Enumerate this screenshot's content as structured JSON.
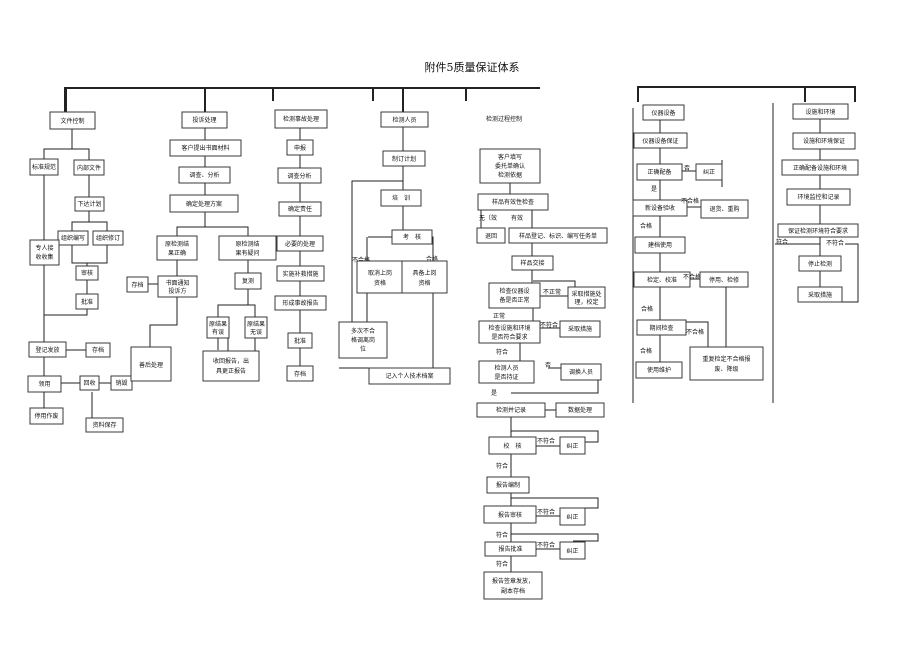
{
  "title": "附件5质量保证体系",
  "columns": {
    "doc": {
      "wenjian": "文件控制",
      "biaozhun": "标准规范",
      "neibu": "内部文件",
      "xiada": "下达计划",
      "zuzhi": "组织编写",
      "zuzhi2": "组织修订",
      "zhuanren": [
        "专人接",
        "收收集"
      ],
      "shenhe": "审核",
      "pizhun": "批准",
      "dengji": "登记发放",
      "cundang": "存档",
      "lingyong": "领用",
      "huishou": "回收",
      "xiaohui": "销毁",
      "tingyong": "停用作废",
      "ziliao": "资料保存"
    },
    "complaint": {
      "tousu": "投诉处理",
      "kehu": "客户提出书面材料",
      "diaocha": "调查、分析",
      "queding": "确定处理方案",
      "yuan1": [
        "原检测结",
        "果正确"
      ],
      "yuan2": [
        "原检测结",
        "果有疑问"
      ],
      "cundang": "存档",
      "shumian": [
        "书面通知",
        "投诉方"
      ],
      "fujian": "复测",
      "fc1": [
        "原结果",
        "有误"
      ],
      "fc2": [
        "原结果",
        "无误"
      ],
      "shanhou": "善后处理",
      "shouhui": [
        "收回报告，出",
        "具更正报告"
      ]
    },
    "accident": {
      "shigu": "检测事故处理",
      "shenbao": "申报",
      "diaocha": "调查分析",
      "queding": "确定责任",
      "biyao": "必要的处理",
      "shishi": "实施补救措施",
      "xingcheng": "形成事故报告",
      "pizhun": "批准",
      "cundang": "存档"
    },
    "staff": {
      "renyuan": "检测人员",
      "zhiding": "制订计划",
      "peixun": "培　训",
      "kaohe": "考　核",
      "buhege": "不合格",
      "hege": "合格",
      "qu": [
        "取消上岗",
        "资格"
      ],
      "ju": [
        "具备上岗",
        "资格"
      ],
      "duoci": [
        "多次不合",
        "格调离岗",
        "位"
      ],
      "jilu": "记入个人技术档案"
    },
    "process": {
      "guocheng": "检测过程控制",
      "kehu": [
        "客户填写",
        "委托单确认",
        "检测依据"
      ],
      "yangpin": "样品有效性检查",
      "wuxiao": "无〔效",
      "youxiao": "有效",
      "tuihui": "退回",
      "dengji": "样品登记、标识、编写任务单",
      "jiaojie": "样品交接",
      "jiancha1": [
        "检查仪器设",
        "备是否正常"
      ],
      "bzc": "不正常",
      "caiqu1": [
        "采取措施处",
        "理，校定"
      ],
      "zhengchang": "正常",
      "jiancha2": [
        "检查设施和环境",
        "是否符合要求"
      ],
      "bfh": "不符合",
      "caiqu2": "采取措施",
      "fuhe": "符合",
      "jiance": [
        "检测人员",
        "是否持证"
      ],
      "fou": "否",
      "tiaohuan": "调换人员",
      "shi": "是",
      "jiancejilu": "检测并记录",
      "shujuchuli": "数据处理",
      "jiaohe": "校　核",
      "bfh2": "不符合",
      "jiuzheng": "纠正",
      "fuhe2": "符合",
      "bianzhi": "报告编制",
      "shenhe": "报告审核",
      "bfh3": "不符合",
      "jiuzheng2": "纠正",
      "fuhe3": "符合",
      "pizhun": "报告批准",
      "bfh4": "不符合",
      "jiuzheng3": "纠正",
      "fuhe4": "符合",
      "qianzhang": [
        "报告签章发放，",
        "副本存档"
      ]
    },
    "instrument": {
      "yiqi": "仪器设备",
      "baozheng": "仪器设备保证",
      "zhengque": "正确配备",
      "fou": "否",
      "jiuzheng": "纠正",
      "shi": "是",
      "xinshebei": "新设备验收",
      "buhege": "不合格",
      "tuihuo": "退货、重购",
      "hege": "合格",
      "jiandang": "建档使用",
      "jianding": "检定、校准",
      "buhege2": "不合格",
      "tingyong": "停用、检修",
      "hege2": "合格",
      "qijian": "期间检查",
      "buhege3": "不合格",
      "hege3": "合格",
      "weihu": "使用维护",
      "chongfu": [
        "重复检定不合格报",
        "废、降级"
      ]
    },
    "facility": {
      "sheshi": "设施和环境",
      "baozheng": "设施和环境保证",
      "peibei": "正确配备设施和环境",
      "jiankong": "环境监控和记录",
      "baozhenghuanjing": "保证检测环境符合要求",
      "fuhe": "符合",
      "buhege": "不符合",
      "tingzhi": "停止检测",
      "caiqu": "采取措施"
    }
  }
}
